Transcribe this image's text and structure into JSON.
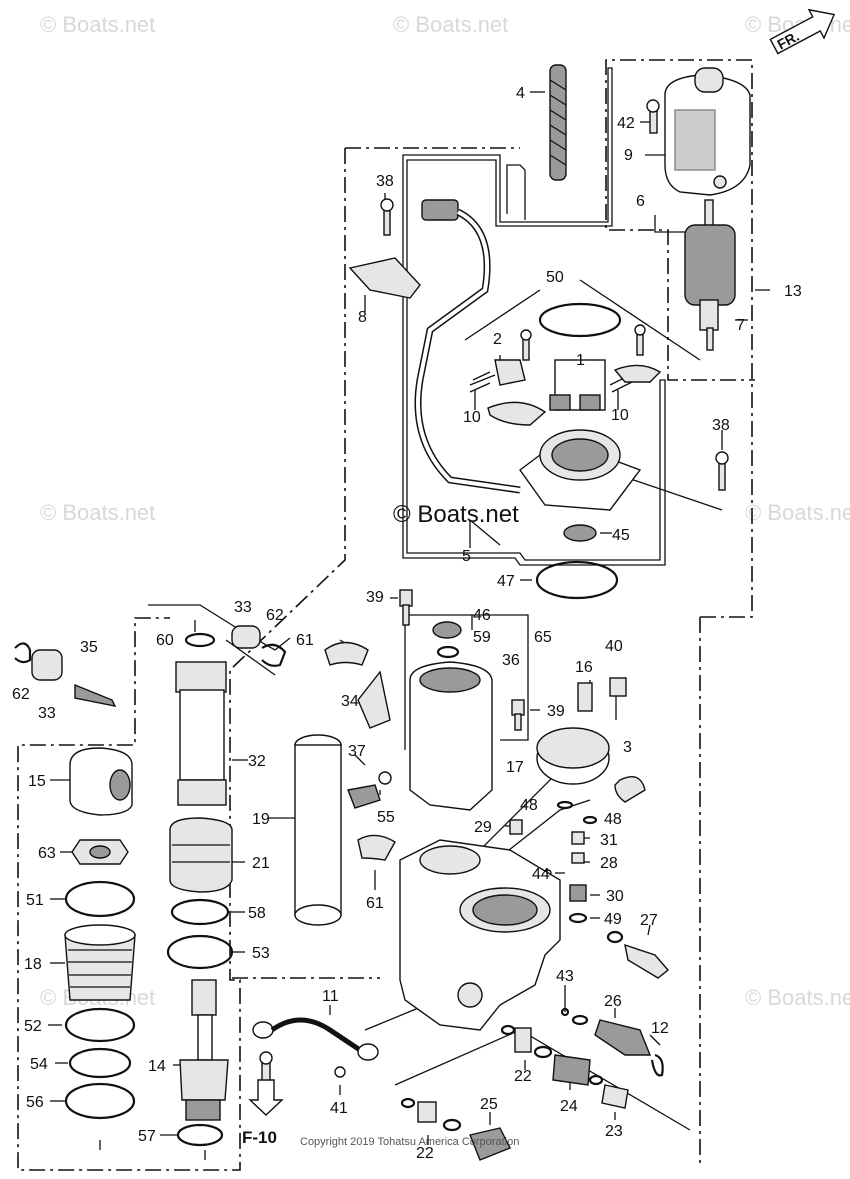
{
  "watermarks": [
    "© Boats.net",
    "© Boats.net",
    "© Boats.net",
    "© Boats.net",
    "© Boats.net",
    "© Boats.net",
    "© Boats.net"
  ],
  "center_brand": "© Boats.net",
  "copyright": "Copyright 2019 Tohatsu America Corporation",
  "direction_label": "FR.",
  "reference_label": "F-10",
  "callouts": [
    "4",
    "42",
    "9",
    "6",
    "13",
    "7",
    "38",
    "8",
    "50",
    "2",
    "1",
    "10",
    "10",
    "38",
    "45",
    "5",
    "47",
    "33",
    "62",
    "39",
    "46",
    "59",
    "65",
    "61",
    "60",
    "35",
    "62",
    "33",
    "36",
    "16",
    "40",
    "34",
    "39",
    "3",
    "32",
    "15",
    "37",
    "17",
    "55",
    "48",
    "48",
    "19",
    "29",
    "31",
    "21",
    "63",
    "28",
    "61",
    "44",
    "30",
    "51",
    "58",
    "49",
    "27",
    "18",
    "53",
    "52",
    "11",
    "43",
    "26",
    "12",
    "54",
    "14",
    "22",
    "24",
    "41",
    "56",
    "25",
    "23",
    "57",
    "22"
  ]
}
